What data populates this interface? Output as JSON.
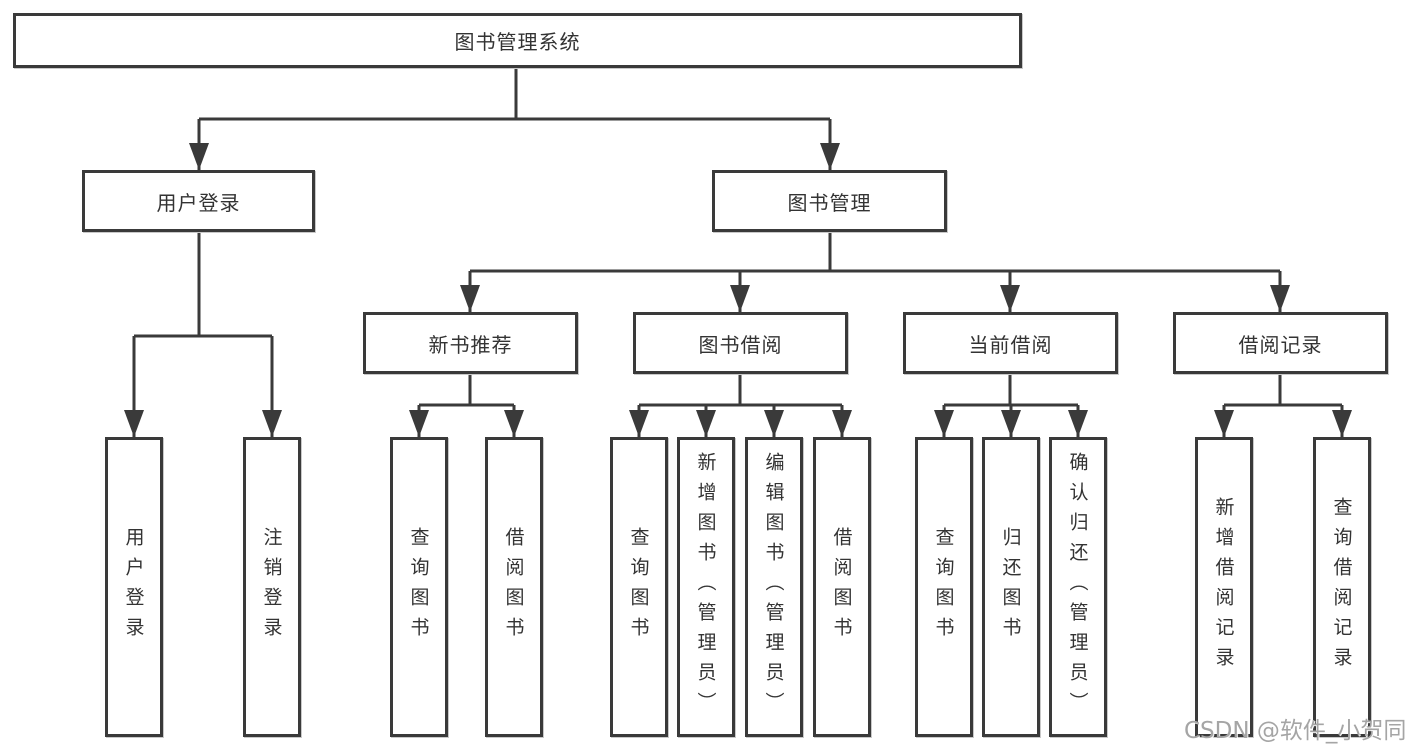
{
  "diagram": {
    "root": {
      "label": "图书管理系统",
      "children": [
        {
          "label": "用户登录",
          "children": [
            {
              "label": "用户登录"
            },
            {
              "label": "注销登录"
            }
          ]
        },
        {
          "label": "图书管理",
          "children": [
            {
              "label": "新书推荐",
              "children": [
                {
                  "label": "查询图书"
                },
                {
                  "label": "借阅图书"
                }
              ]
            },
            {
              "label": "图书借阅",
              "children": [
                {
                  "label": "查询图书"
                },
                {
                  "label": "新增图书（管理员）"
                },
                {
                  "label": "编辑图书（管理员）"
                },
                {
                  "label": "借阅图书"
                }
              ]
            },
            {
              "label": "当前借阅",
              "children": [
                {
                  "label": "查询图书"
                },
                {
                  "label": "归还图书"
                },
                {
                  "label": "确认归还（管理员）"
                }
              ]
            },
            {
              "label": "借阅记录",
              "children": [
                {
                  "label": "新增借阅记录"
                },
                {
                  "label": "查询借阅记录"
                }
              ]
            }
          ]
        }
      ]
    }
  },
  "watermark": {
    "text": "CSDN @软件_小贺同学"
  },
  "colors": {
    "line": "#3a3a3a",
    "node_border": "#3a3a3a",
    "node_text": "#333333",
    "background": "#ffffff",
    "watermark_text": "#a5a5a5"
  }
}
